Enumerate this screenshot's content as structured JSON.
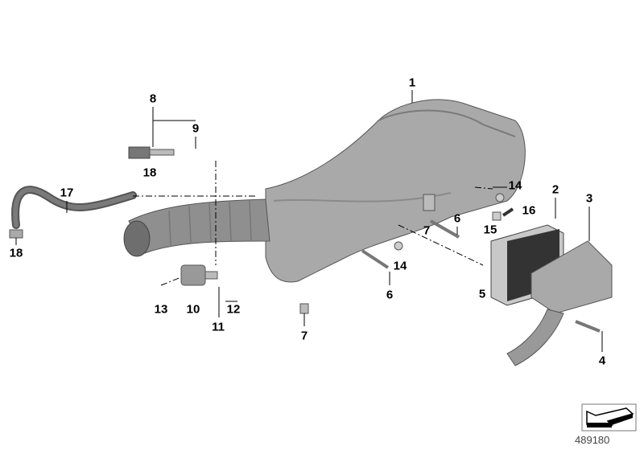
{
  "diagram": {
    "part_labels": [
      {
        "id": "p1",
        "text": "1"
      },
      {
        "id": "p8",
        "text": "8"
      },
      {
        "id": "p9",
        "text": "9"
      },
      {
        "id": "p18a",
        "text": "18"
      },
      {
        "id": "p17",
        "text": "17"
      },
      {
        "id": "p18b",
        "text": "18"
      },
      {
        "id": "p14a",
        "text": "14"
      },
      {
        "id": "p16",
        "text": "16"
      },
      {
        "id": "p15",
        "text": "15"
      },
      {
        "id": "p6a",
        "text": "6"
      },
      {
        "id": "p7a",
        "text": "7"
      },
      {
        "id": "p2",
        "text": "2"
      },
      {
        "id": "p3",
        "text": "3"
      },
      {
        "id": "p14b",
        "text": "14"
      },
      {
        "id": "p6b",
        "text": "6"
      },
      {
        "id": "p5",
        "text": "5"
      },
      {
        "id": "p13",
        "text": "13"
      },
      {
        "id": "p10",
        "text": "10"
      },
      {
        "id": "p12",
        "text": "12"
      },
      {
        "id": "p11",
        "text": "11"
      },
      {
        "id": "p7b",
        "text": "7"
      },
      {
        "id": "p4",
        "text": "4"
      }
    ],
    "reference_number": "489180",
    "colors": {
      "part_fill": "#a9a9a9",
      "part_dark": "#6e6e6e",
      "line": "#000000"
    }
  }
}
